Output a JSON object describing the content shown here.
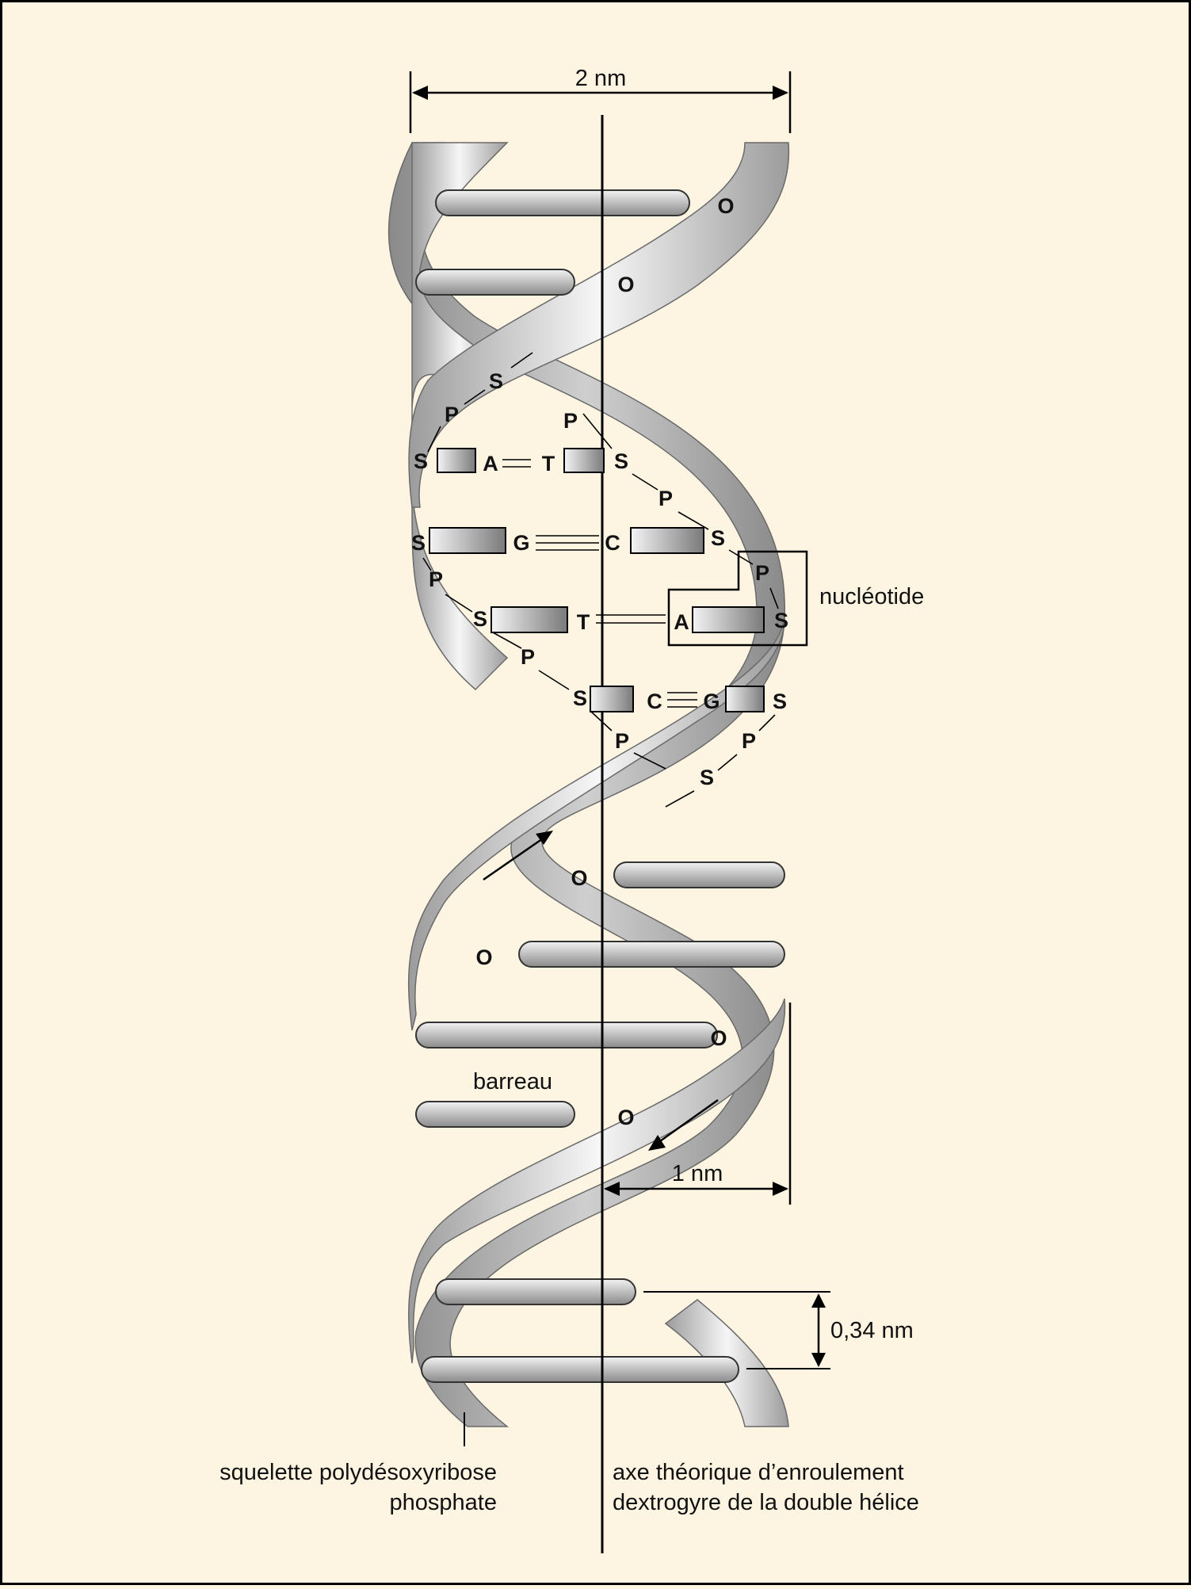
{
  "colors": {
    "background": "#fef4e2",
    "ribbon_light": "#f4f4f4",
    "ribbon_dark": "#9c9c9c",
    "rung_light": "#eeeeee",
    "rung_dark": "#8a8a8a",
    "line": "#000000"
  },
  "labels": {
    "width_2nm": "2 nm",
    "radius_1nm": "1 nm",
    "rise_034nm": "0,34 nm",
    "nucleotide": "nucléotide",
    "rung": "barreau",
    "backbone_line1": "squelette polydésoxyribose",
    "backbone_line2": "phosphate",
    "axis_line1": "axe théorique d’enroulement",
    "axis_line2": "dextrogyre de la double hélice"
  },
  "detail": {
    "left_strand": [
      "S",
      "P",
      "S",
      "P",
      "S",
      "P",
      "S",
      "P",
      "S"
    ],
    "right_strand": [
      "S",
      "P",
      "S",
      "P",
      "S",
      "P",
      "S",
      "P",
      "S"
    ],
    "base_pairs": [
      {
        "left": "A",
        "right": "T",
        "bonds": 2
      },
      {
        "left": "G",
        "right": "C",
        "bonds": 3
      },
      {
        "left": "T",
        "right": "A",
        "bonds": 2
      },
      {
        "left": "C",
        "right": "G",
        "bonds": 3
      }
    ],
    "ribbon_mark": "O"
  }
}
